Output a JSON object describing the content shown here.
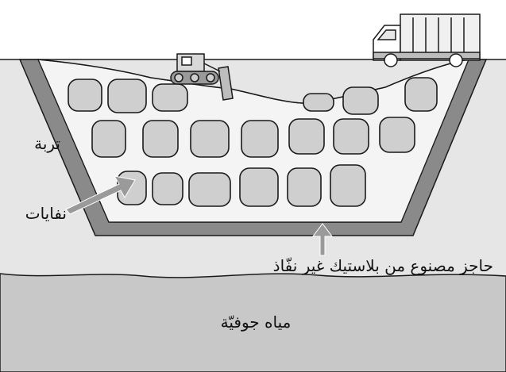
{
  "labels": {
    "soil": "تربة",
    "waste": "نفايات",
    "barrier": "حاجز مصنوع من بلاستيك غير نفّاذ",
    "groundwater": "مياه جوفيّة"
  },
  "colors": {
    "soil": "#e6e6e6",
    "groundwater": "#c8c8c8",
    "liner": "#8a8a8a",
    "fill": "#f4f4f4",
    "waste_blocks": "#cfcfcf",
    "outline": "#1a1a1a",
    "arrow": "#9a9a9a"
  },
  "icons": {
    "truck": "garbage-truck-icon",
    "bulldozer": "bulldozer-icon"
  }
}
